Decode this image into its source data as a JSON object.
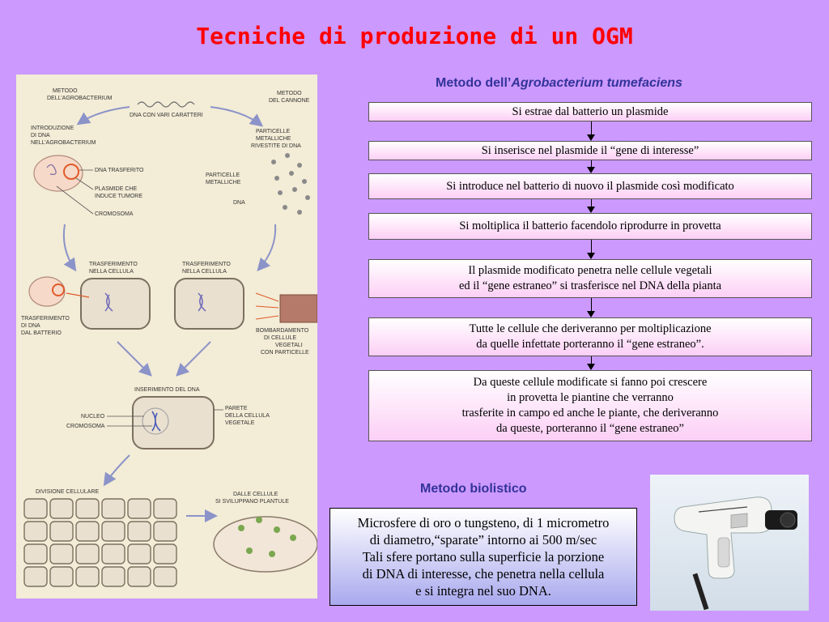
{
  "title": "Tecniche di produzione di un OGM",
  "agro": {
    "heading_prefix": "Metodo dell’",
    "heading_italic": "Agrobacterium tumefaciens",
    "steps": [
      "Si estrae dal batterio un plasmide",
      "Si inserisce nel plasmide il “gene di interesse”",
      "Si introduce nel batterio di nuovo il plasmide così modificato",
      "Si moltiplica il batterio facendolo riprodurre in provetta",
      "Il plasmide modificato penetra nelle cellule vegetali\ned il “gene estraneo” si trasferisce nel DNA della pianta",
      "Tutte le cellule che deriveranno per moltiplicazione\nda quelle infettate porteranno il “gene estraneo”.",
      "Da queste cellule modificate si fanno poi crescere\nin provetta le piantine che verranno\ntrasferite in campo ed anche le piante, che deriveranno\nda queste, porteranno il “gene estraneo”"
    ]
  },
  "bio": {
    "heading": "Metodo biolistico",
    "text": "Microsfere di oro o tungsteno, di 1 micrometro\ndi diametro,“sparate” intorno ai 500 m/sec\nTali sfere portano sulla superficie la porzione\ndi DNA di interesse, che penetra nella cellula\ne si integra nel suo DNA."
  },
  "diagram": {
    "metodo_agro_1": "METODO",
    "metodo_agro_2": "DELL’AGROBACTERIUM",
    "metodo_cannone_1": "METODO",
    "metodo_cannone_2": "DEL CANNONE",
    "dna_caratteri": "DNA CON VARI CARATTERI",
    "intro_1": "INTRODUZIONE",
    "intro_2": "DI DNA",
    "intro_3": "NELL’AGROBACTERIUM",
    "dna_trasferito": "DNA TRASFERITO",
    "plasmide_1": "PLASMIDE CHE",
    "plasmide_2": "INDUCE TUMORE",
    "cromosoma": "CROMOSOMA",
    "particelle_1": "PARTICELLE",
    "particelle_2": "METALLICHE",
    "particelle_3": "RIVESTITE DI DNA",
    "part_met_1": "PARTICELLE",
    "part_met_2": "METALLICHE",
    "dna": "DNA",
    "trasf_cell_1": "TRASFERIMENTO",
    "trasf_cell_2": "NELLA CELLULA",
    "trasf_cell_b_1": "TRASFERIMENTO",
    "trasf_cell_b_2": "NELLA CELLULA",
    "trasf_dna_1": "TRASFERIMENTO",
    "trasf_dna_2": "DI DNA",
    "trasf_dna_3": "DAL BATTERIO",
    "bomb_1": "BOMBARDAMENTO",
    "bomb_2": "DI CELLULE",
    "bomb_3": "VEGETALI",
    "bomb_4": "CON PARTICELLE",
    "inserimento": "INSERIMENTO DEL DNA",
    "nucleo": "NUCLEO",
    "cromosoma_2": "CROMOSOMA",
    "parete_1": "PARETE",
    "parete_2": "DELLA CELLULA",
    "parete_3": "VEGETALE",
    "divisione": "DIVISIONE CELLULARE",
    "dalle_1": "DALLE CELLULE",
    "dalle_2": "SI SVILUPPANO PLANTULE"
  },
  "colors": {
    "background": "#cc99ff",
    "title": "#ff0000",
    "heading": "#333399",
    "step_fill": "#fccff5",
    "bio_fill": "#a9a9ee"
  },
  "icons": {
    "photo": "gene-gun-photo"
  }
}
